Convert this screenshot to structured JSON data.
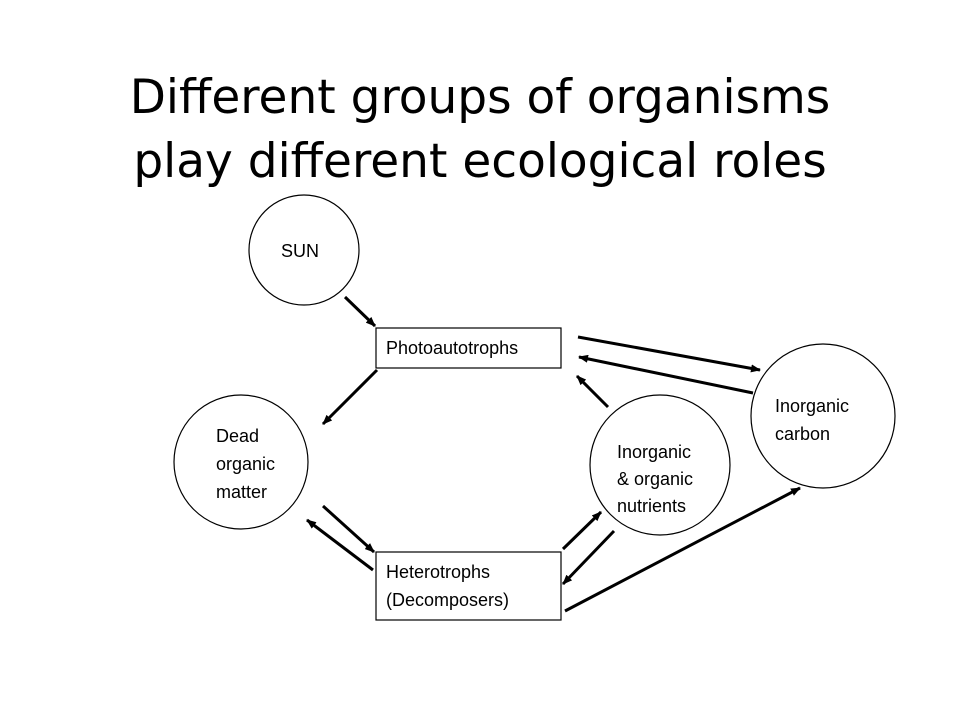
{
  "slide": {
    "title_line1": "Different groups of organisms",
    "title_line2": "play different ecological roles"
  },
  "nodes": {
    "sun": {
      "label": "SUN"
    },
    "photoautotrophs": {
      "label": "Photoautotrophs"
    },
    "dead_organic_matter": {
      "lines": [
        "Dead",
        "organic",
        "matter"
      ]
    },
    "heterotrophs": {
      "lines": [
        "Heterotrophs",
        "(Decomposers)"
      ]
    },
    "nutrients": {
      "lines": [
        "Inorganic",
        "& organic",
        "nutrients"
      ]
    },
    "inorganic_carbon": {
      "lines": [
        "Inorganic",
        "carbon"
      ]
    }
  },
  "colors": {
    "stroke": "#000000",
    "background": "#ffffff"
  }
}
